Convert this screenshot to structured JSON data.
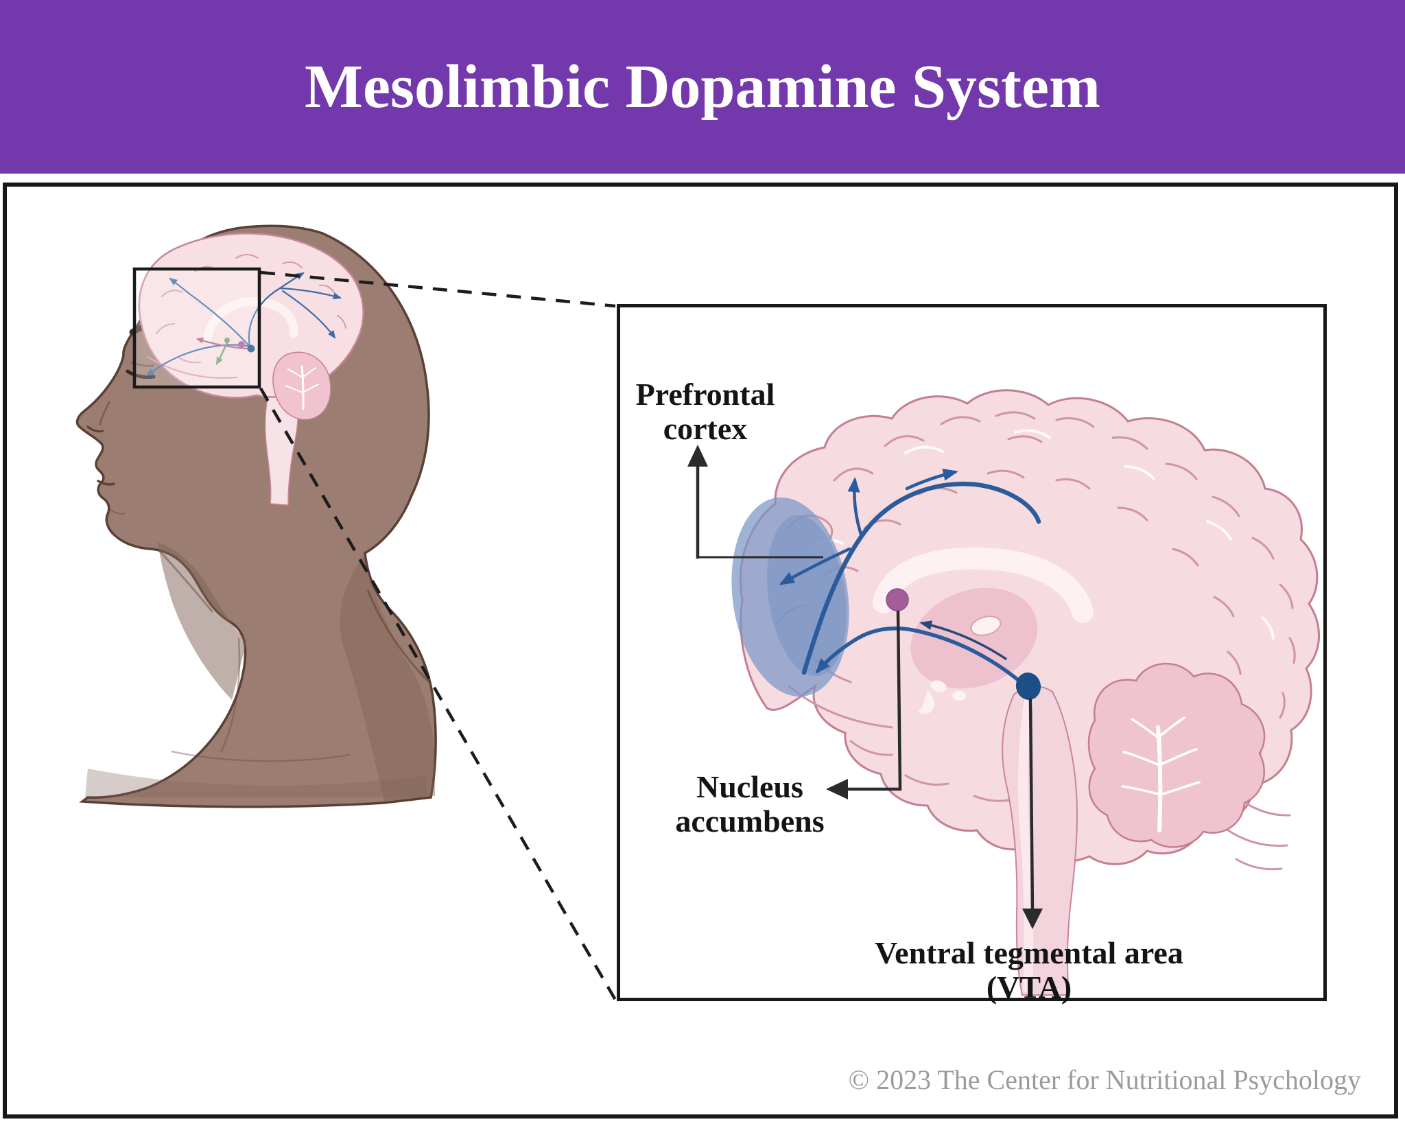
{
  "header": {
    "title": "Mesolimbic Dopamine System",
    "background_color": "#7238ac",
    "text_color": "#ffffff"
  },
  "magnified_view": {
    "labels": {
      "prefrontal_cortex": "Prefrontal\ncortex",
      "nucleus_accumbens": "Nucleus\naccumbens",
      "ventral_tegmental_area": "Ventral tegmental area\n(VTA)"
    },
    "markers": {
      "vta_color": "#1c4f85",
      "nucleus_accumbens_color": "#a35d9b",
      "prefrontal_highlight_color": "#7a95c5",
      "pathway_color": "#2a5b9c"
    }
  },
  "illustration_colors": {
    "brain_pink": "#f6dbe0",
    "skin_tone": "#9b7e71"
  },
  "footer": {
    "copyright": "© 2023 The Center for Nutritional Psychology",
    "text_color": "#9b9b9b"
  }
}
